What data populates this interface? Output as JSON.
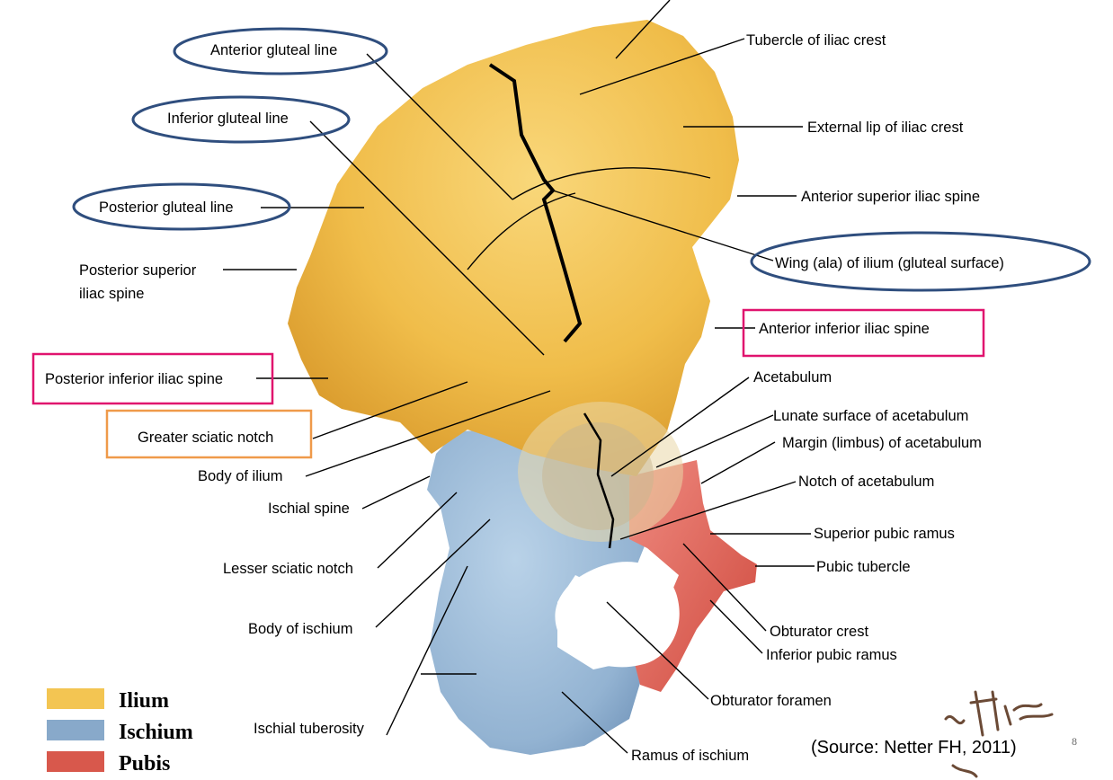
{
  "labels": {
    "tubercle_iliac_crest": "Tubercle of iliac crest",
    "anterior_gluteal_line": "Anterior gluteal line",
    "inferior_gluteal_line": "Inferior gluteal line",
    "external_lip": "External lip of iliac crest",
    "posterior_gluteal_line": "Posterior gluteal line",
    "asis": "Anterior superior iliac spine",
    "psis_line1": "Posterior superior",
    "psis_line2": "iliac spine",
    "wing_of_ilium": "Wing (ala) of ilium (gluteal surface)",
    "aiis": "Anterior inferior iliac spine",
    "pi_is": "Posterior inferior iliac spine",
    "acetabulum": "Acetabulum",
    "greater_sciatic_notch": "Greater sciatic notch",
    "lunate_surface": "Lunate surface of acetabulum",
    "margin_limbus": "Margin (limbus) of acetabulum",
    "body_of_ilium": "Body of ilium",
    "notch_of_acetabulum": "Notch of acetabulum",
    "ischial_spine": "Ischial spine",
    "superior_pubic_ramus": "Superior pubic ramus",
    "lesser_sciatic_notch": "Lesser sciatic notch",
    "pubic_tubercle": "Pubic tubercle",
    "body_of_ischium": "Body of ischium",
    "obturator_crest": "Obturator crest",
    "inferior_pubic_ramus": "Inferior pubic ramus",
    "obturator_foramen": "Obturator foramen",
    "ischial_tuberosity": "Ischial tuberosity",
    "ramus_of_ischium": "Ramus of ischium"
  },
  "legend": [
    {
      "label": "Ilium",
      "color": "#f3c552"
    },
    {
      "label": "Ischium",
      "color": "#88a9ca"
    },
    {
      "label": "Pubis",
      "color": "#d8584c"
    }
  ],
  "source": "(Source: Netter FH, 2011)",
  "page_number": "8",
  "colors": {
    "ilium": "#f1bf4d",
    "ischium": "#9bbad6",
    "pubis": "#de6358",
    "oval_highlight": "#2f4e7e",
    "pink_box": "#e0136e",
    "orange_box": "#ef9a4a"
  }
}
